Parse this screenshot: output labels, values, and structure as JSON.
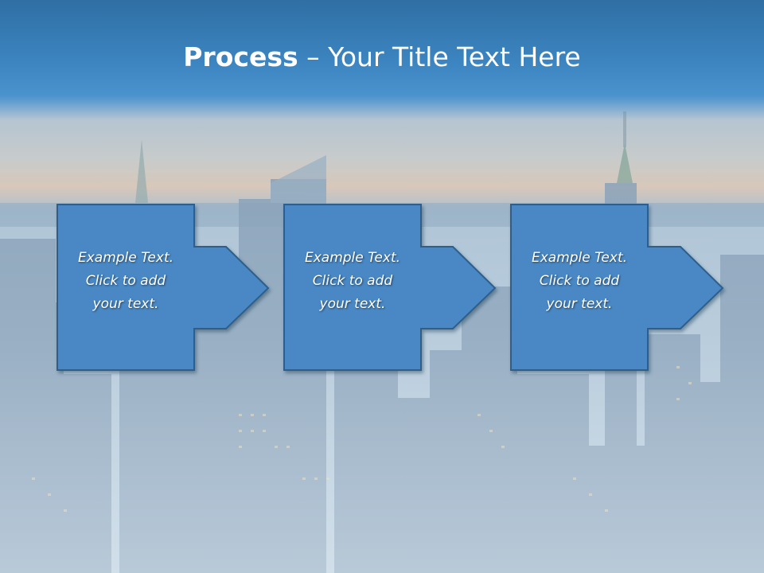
{
  "slide": {
    "title_bold": "Process",
    "title_rest": " – Your Title Text Here"
  },
  "steps": [
    {
      "line1": "Example Text.",
      "line2": "Click  to add",
      "line3": "your text."
    },
    {
      "line1": "Example Text.",
      "line2": "Click  to add",
      "line3": "your text."
    },
    {
      "line1": "Example Text.",
      "line2": "Click  to add",
      "line3": "your text."
    }
  ],
  "colors": {
    "title_bar": "#3d86c2",
    "box_fill": "#4a88c4",
    "box_stroke": "#2d5f8c"
  }
}
